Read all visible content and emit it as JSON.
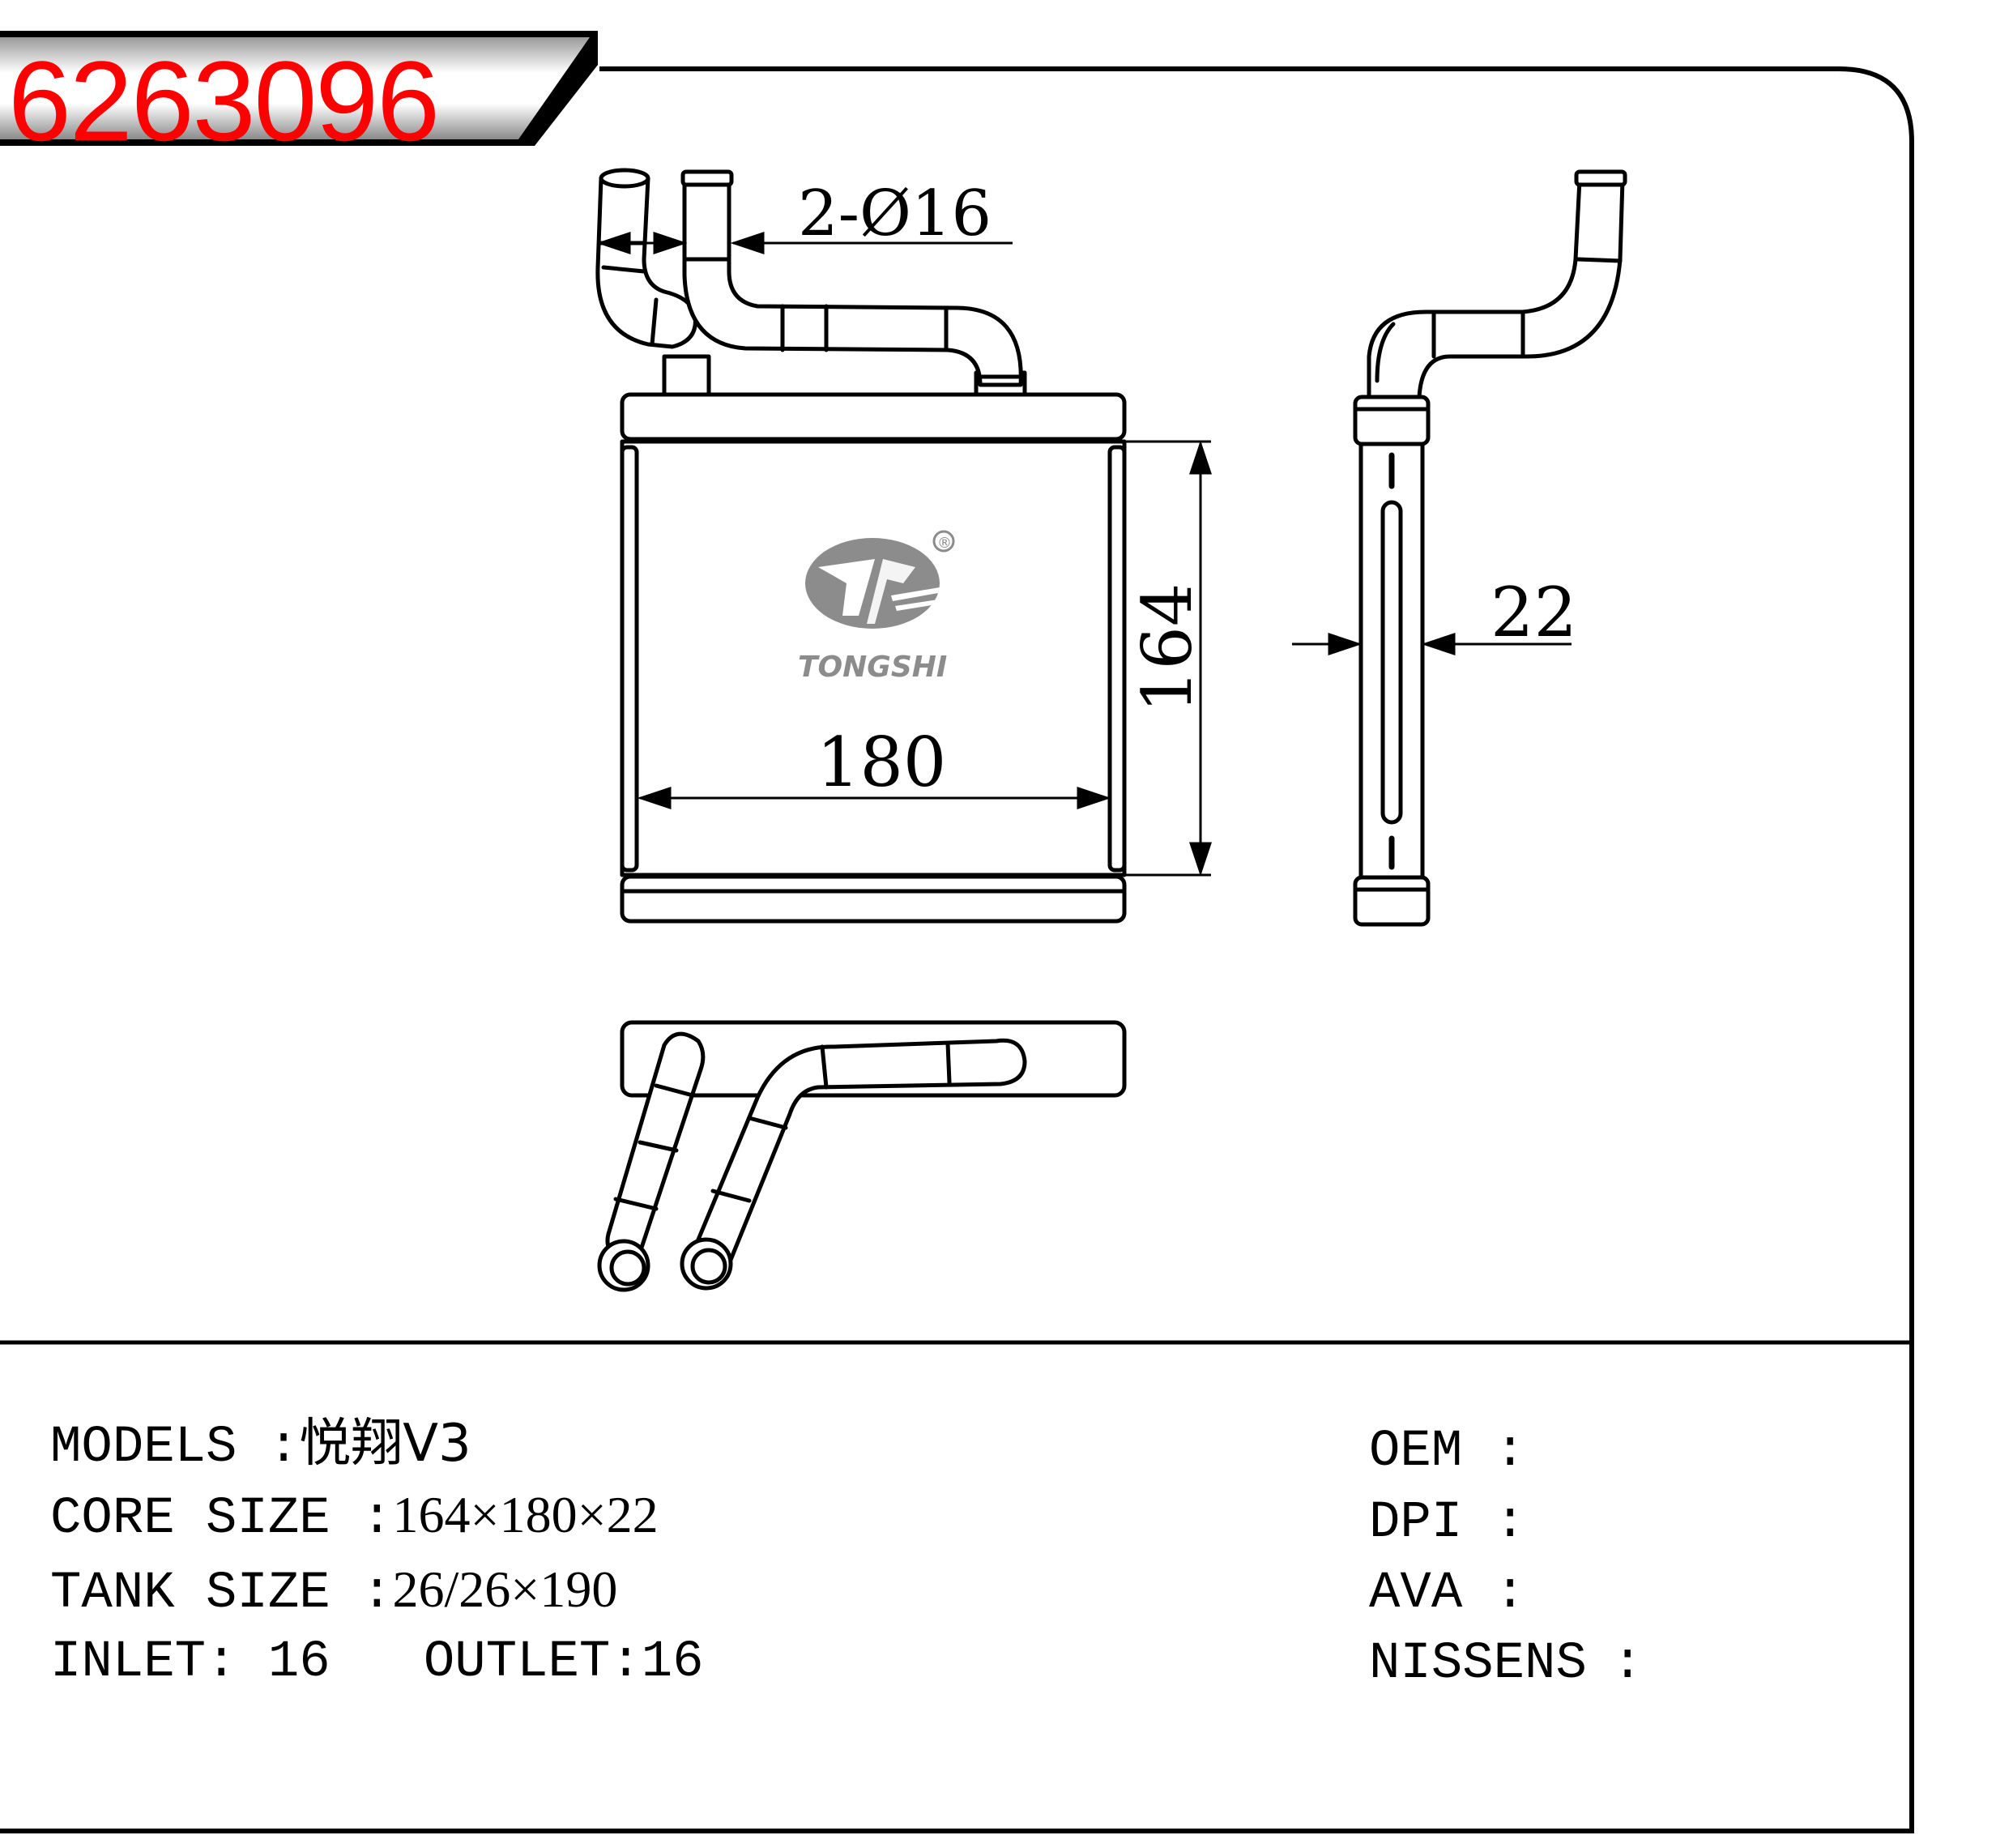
{
  "header": {
    "part_number": "6263096",
    "part_number_color": "#ff0000"
  },
  "dimensions": {
    "pipe": "2-Ø16",
    "width": "180",
    "height": "164",
    "thickness": "22"
  },
  "logo": {
    "brand": "TONGSHI",
    "registered": "®"
  },
  "specs": {
    "models_label": "MODELS :",
    "models_value": "悦翔V3",
    "core_label": "CORE SIZE :",
    "core_value": "164×180×22",
    "tank_label": "TANK SIZE :",
    "tank_value": "26/26×190",
    "inlet_label": "INLET:",
    "inlet_value": "16",
    "outlet_label": "OUTLET:",
    "outlet_value": "16"
  },
  "refs": {
    "oem_label": "OEM",
    "dpi_label": "DPI",
    "ava_label": "AVA",
    "nissens_label": "NISSENS",
    "separator": ":"
  }
}
